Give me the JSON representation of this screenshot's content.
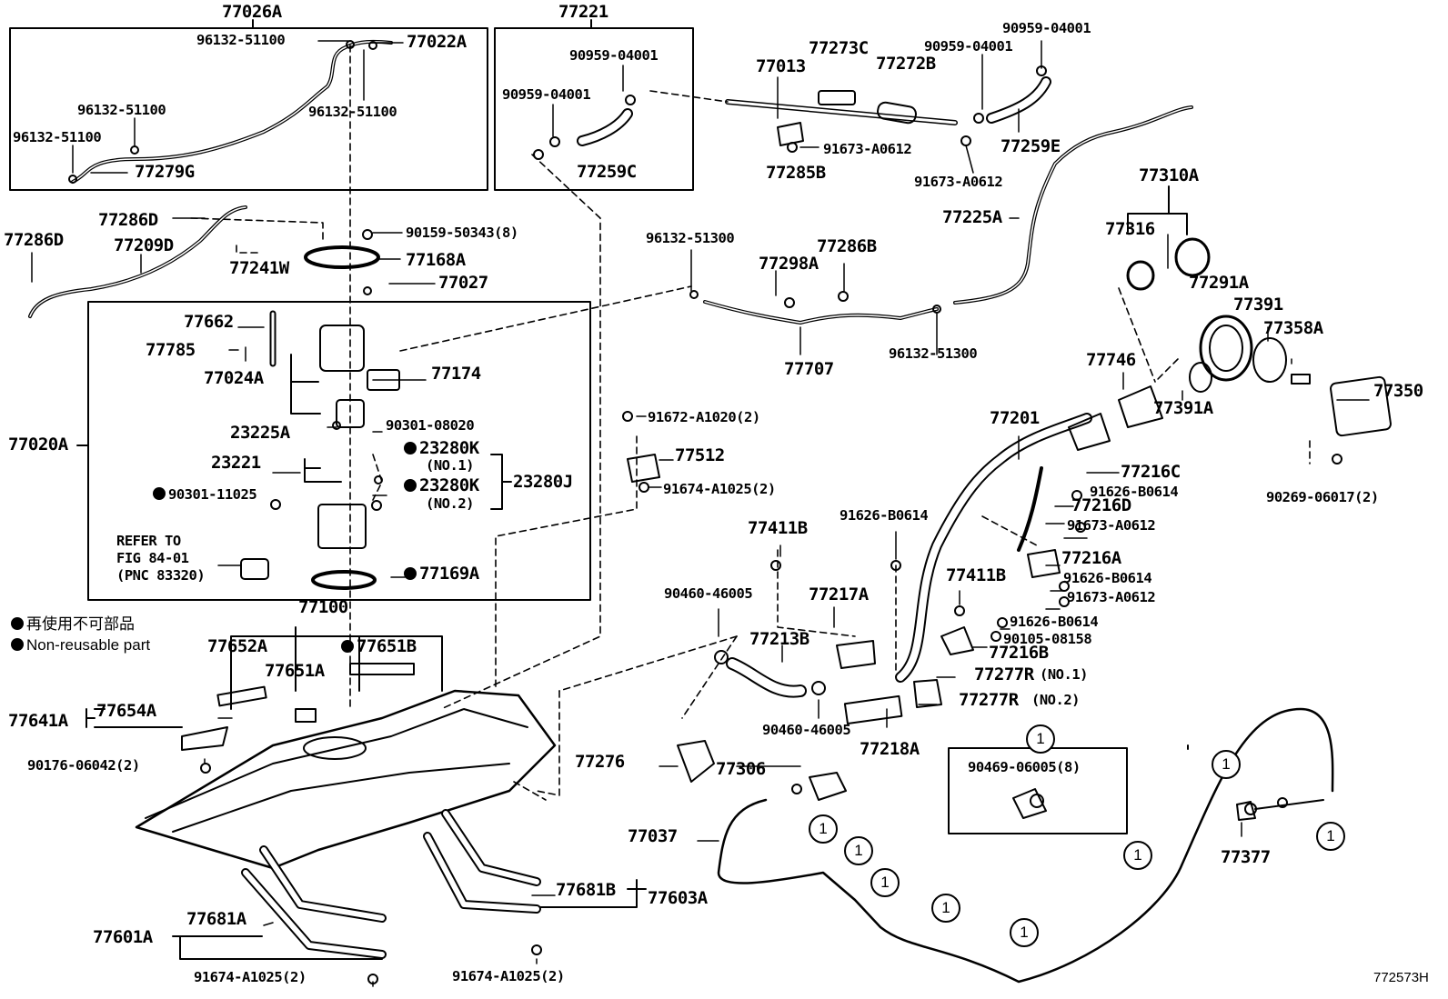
{
  "diagram_code": "772573H",
  "legend": {
    "jp": "再使用不可部品",
    "en": "Non-reusable part"
  },
  "labels": {
    "p77026A": "77026A",
    "p96132_51100a": "96132-51100",
    "p77022A": "77022A",
    "p96132_51100b": "96132-51100",
    "p96132_51100c": "96132-51100",
    "p96132_51100d": "96132-51100",
    "p77279G": "77279G",
    "p77221": "77221",
    "p90959_04001a": "90959-04001",
    "p90959_04001b": "90959-04001",
    "p77259C": "77259C",
    "p90959_04001c": "90959-04001",
    "p90959_04001d": "90959-04001",
    "p77013": "77013",
    "p77273C": "77273C",
    "p77272B": "77272B",
    "p91673_A0612a": "91673-A0612",
    "p77285B": "77285B",
    "p91673_A0612b": "91673-A0612",
    "p77259E": "77259E",
    "p77286D_a": "77286D",
    "p77286D_b": "77286D",
    "p77209D": "77209D",
    "p77241W": "77241W",
    "p90159_50343": "90159-50343(8)",
    "p77168A": "77168A",
    "p77027": "77027",
    "p96132_51300a": "96132-51300",
    "p77298A": "77298A",
    "p77286B": "77286B",
    "p77707": "77707",
    "p96132_51300b": "96132-51300",
    "p77225A": "77225A",
    "p77310A": "77310A",
    "p77316": "77316",
    "p77291A": "77291A",
    "p77391": "77391",
    "p77358A": "77358A",
    "p77746": "77746",
    "p77391A": "77391A",
    "p77350": "77350",
    "p77662": "77662",
    "p77785": "77785",
    "p77024A": "77024A",
    "p77174": "77174",
    "p77020A": "77020A",
    "p23225A": "23225A",
    "p90301_08020": "90301-08020",
    "p23221": "23221",
    "p23280K_1": "23280K",
    "p23280K_1n": "(NO.1)",
    "p23280K_2": "23280K",
    "p23280K_2n": "(NO.2)",
    "p23280J": "23280J",
    "p90301_11025": "90301-11025",
    "refer1": "REFER TO",
    "refer2": "FIG 84-01",
    "refer3": "(PNC 83320)",
    "p77169A": "77169A",
    "p91672_A1020": "91672-A1020(2)",
    "p77512": "77512",
    "p91674_A1025a": "91674-A1025(2)",
    "p77201": "77201",
    "p77216C": "77216C",
    "p91626_B0614a": "91626-B0614",
    "p77216D": "77216D",
    "p91673_A0612c": "91673-A0612",
    "p90269_06017": "90269-06017(2)",
    "p77411B_a": "77411B",
    "p91626_B0614b": "91626-B0614",
    "p77216A": "77216A",
    "p91626_B0614c": "91626-B0614",
    "p91673_A0612d": "91673-A0612",
    "p77411B_b": "77411B",
    "p91626_B0614d": "91626-B0614",
    "p90105_08158": "90105-08158",
    "p77216B": "77216B",
    "p77277R_1": "77277R",
    "p77277R_1n": "(NO.1)",
    "p77277R_2": "77277R",
    "p77277R_2n": "(NO.2)",
    "p90460_46005a": "90460-46005",
    "p77217A": "77217A",
    "p77213B": "77213B",
    "p90460_46005b": "90460-46005",
    "p77218A": "77218A",
    "p77100": "77100",
    "p77652A": "77652A",
    "p77651A": "77651A",
    "p77651B": "77651B",
    "p77641A": "77641A",
    "p77654A": "77654A",
    "p90176_06042": "90176-06042(2)",
    "p77276": "77276",
    "p77306": "77306",
    "p77037": "77037",
    "p90469_06005": "90469-06005(8)",
    "p77377": "77377",
    "p77681B": "77681B",
    "p77603A": "77603A",
    "p77601A": "77601A",
    "p77681A": "77681A",
    "p91674_A1025b": "91674-A1025(2)",
    "p91674_A1025c": "91674-A1025(2)",
    "circle_ref": "1"
  }
}
